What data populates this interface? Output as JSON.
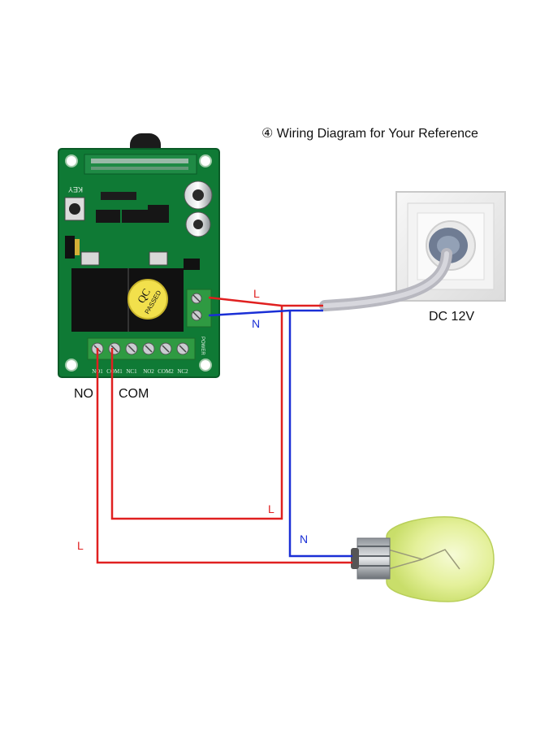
{
  "title": "④ Wiring Diagram for Your Reference",
  "power_label": "DC 12V",
  "terminal_labels": {
    "no": "NO",
    "com": "COM"
  },
  "wire_labels": {
    "live_top": "L",
    "neutral_top": "N",
    "live_loop": "L",
    "neutral_lamp": "N",
    "live_lamp": "L"
  },
  "board": {
    "key_label": "KEY",
    "qc_sticker": {
      "line1": "QC",
      "line2": "PASSED"
    },
    "power_label": "POWER",
    "terminals": [
      "NO1",
      "COM1",
      "NC1",
      "NO2",
      "COM2",
      "NC2"
    ]
  },
  "colors": {
    "live_wire": "#e02020",
    "neutral_wire": "#1a2fd6",
    "pcb": "#0f7a35",
    "relay": "#111111",
    "terminal_block": "#2f9a42",
    "bulb_glass": "#e7f2a8"
  }
}
